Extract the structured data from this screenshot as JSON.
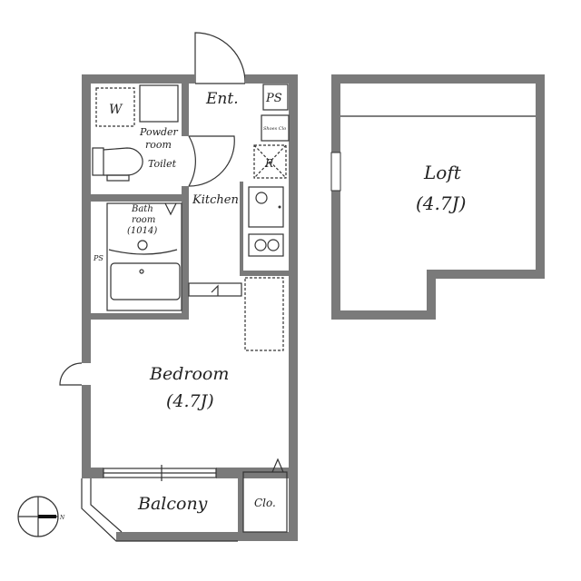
{
  "colors": {
    "wall": "#7a7a7a",
    "line": "#333333",
    "background": "#ffffff"
  },
  "rooms": {
    "entrance": "Ent.",
    "ps_top": "PS",
    "shoes_closet": "Shoes Clo",
    "refrigerator": "R",
    "washer": "W",
    "powder_room": "Powder",
    "powder_room_2": "room",
    "toilet": "Toilet",
    "kitchen": "Kitchen",
    "bathroom": "Bath",
    "bathroom_2": "room",
    "bathroom_size": "(1014)",
    "ps_bath": "PS",
    "bedroom": "Bedroom",
    "bedroom_size": "(4.7J)",
    "balcony": "Balcony",
    "closet": "Clo.",
    "loft": "Loft",
    "loft_size": "(4.7J)"
  },
  "compass": {
    "label": "N",
    "icon": "north-compass-icon"
  }
}
